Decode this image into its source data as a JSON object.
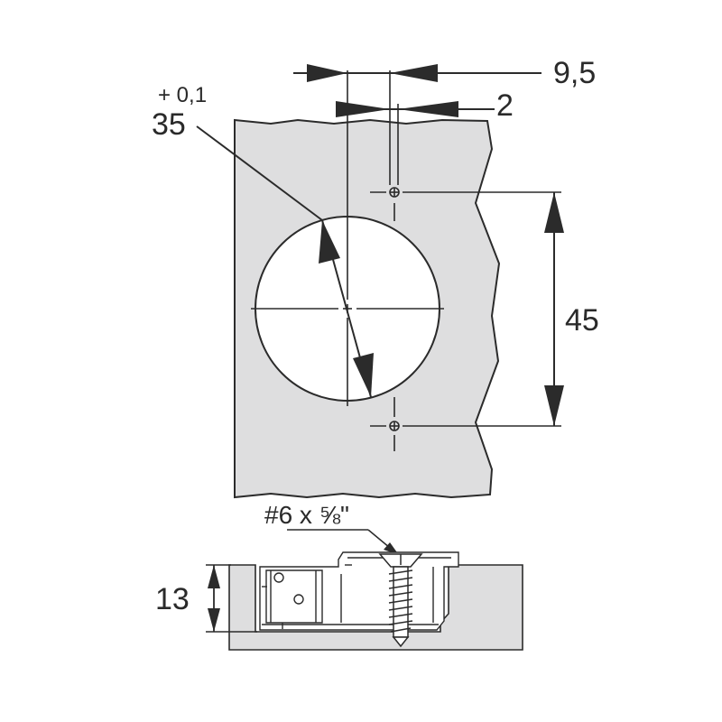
{
  "drawing": {
    "dims": {
      "offset_95": "9,5",
      "offset_2": "2",
      "hole_diameter": "35",
      "hole_tolerance": "+ 0,1",
      "screw_spacing": "45",
      "depth": "13",
      "screw_spec": "#6 x ⅝\""
    },
    "colors": {
      "panel_fill": "#dededf",
      "line": "#2b2b2b",
      "background": "#ffffff"
    }
  }
}
